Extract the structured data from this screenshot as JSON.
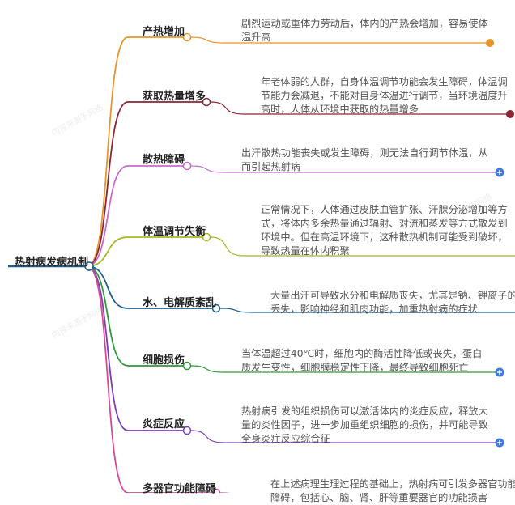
{
  "root": {
    "label": "热射病发病机制"
  },
  "branches": [
    {
      "label": "产热增加",
      "color": "#e8952a",
      "end": "dot",
      "lines": [
        "剧烈运动或重体力劳动后，体内的产热会增加，容易使体",
        "温升高"
      ]
    },
    {
      "label": "获取热量增多",
      "color": "#8b2635",
      "end": "dot",
      "lines": [
        "年老体弱的人群，自身体温调节功能会发生障碍，体温调",
        "节能力会减退，不能对自身体温进行调节，当环境温度升",
        "高时，人体从环境中获取的热量增多"
      ]
    },
    {
      "label": "散热障碍",
      "color": "#c86cc8",
      "end": "plus",
      "lines": [
        "出汗散热功能丧失或发生障碍，则无法自行调节体温，从",
        "而引起热射病"
      ]
    },
    {
      "label": "体温调节失衡",
      "color": "#a8b820",
      "end": "none",
      "lines": [
        "正常情况下，人体通过皮肤血管扩张、汗腺分泌增加等方",
        "式，将体内多余热量通过辐射、对流和蒸发等方式散发到",
        "环境中。但在高温环境下，这种散热机制可能受到破坏，",
        "导致热量在体内积聚"
      ]
    },
    {
      "label": "水、电解质紊乱",
      "color": "#1f5f8b",
      "end": "none",
      "lines": [
        "大量出汗可导致水分和电解质丧失，尤其是钠、钾离子的",
        "丢失，影响神经和肌肉功能，加重热射病的症状"
      ]
    },
    {
      "label": "细胞损伤",
      "color": "#2e9a3a",
      "end": "plus",
      "lines": [
        "当体温超过40℃时，细胞内的酶活性降低或丧失，蛋白",
        "质发生变性，细胞膜稳定性下降，最终导致细胞死亡"
      ]
    },
    {
      "label": "炎症反应",
      "color": "#7a3fb5",
      "end": "plus",
      "lines": [
        "热射病引发的组织损伤可以激活体内的炎症反应，释放大",
        "量的炎性因子，进一步加重组织细胞的损伤，并可能导致",
        "全身炎症反应综合征"
      ]
    },
    {
      "label": "多器官功能障碍",
      "color": "#d6489a",
      "end": "none",
      "lines": [
        "在上述病理生理过程的基础上，热射病可引发多器官功能",
        "障碍，包括心、脑、肾、肝等重要器官的功能损害"
      ]
    }
  ],
  "watermark": "内容来源于网络"
}
